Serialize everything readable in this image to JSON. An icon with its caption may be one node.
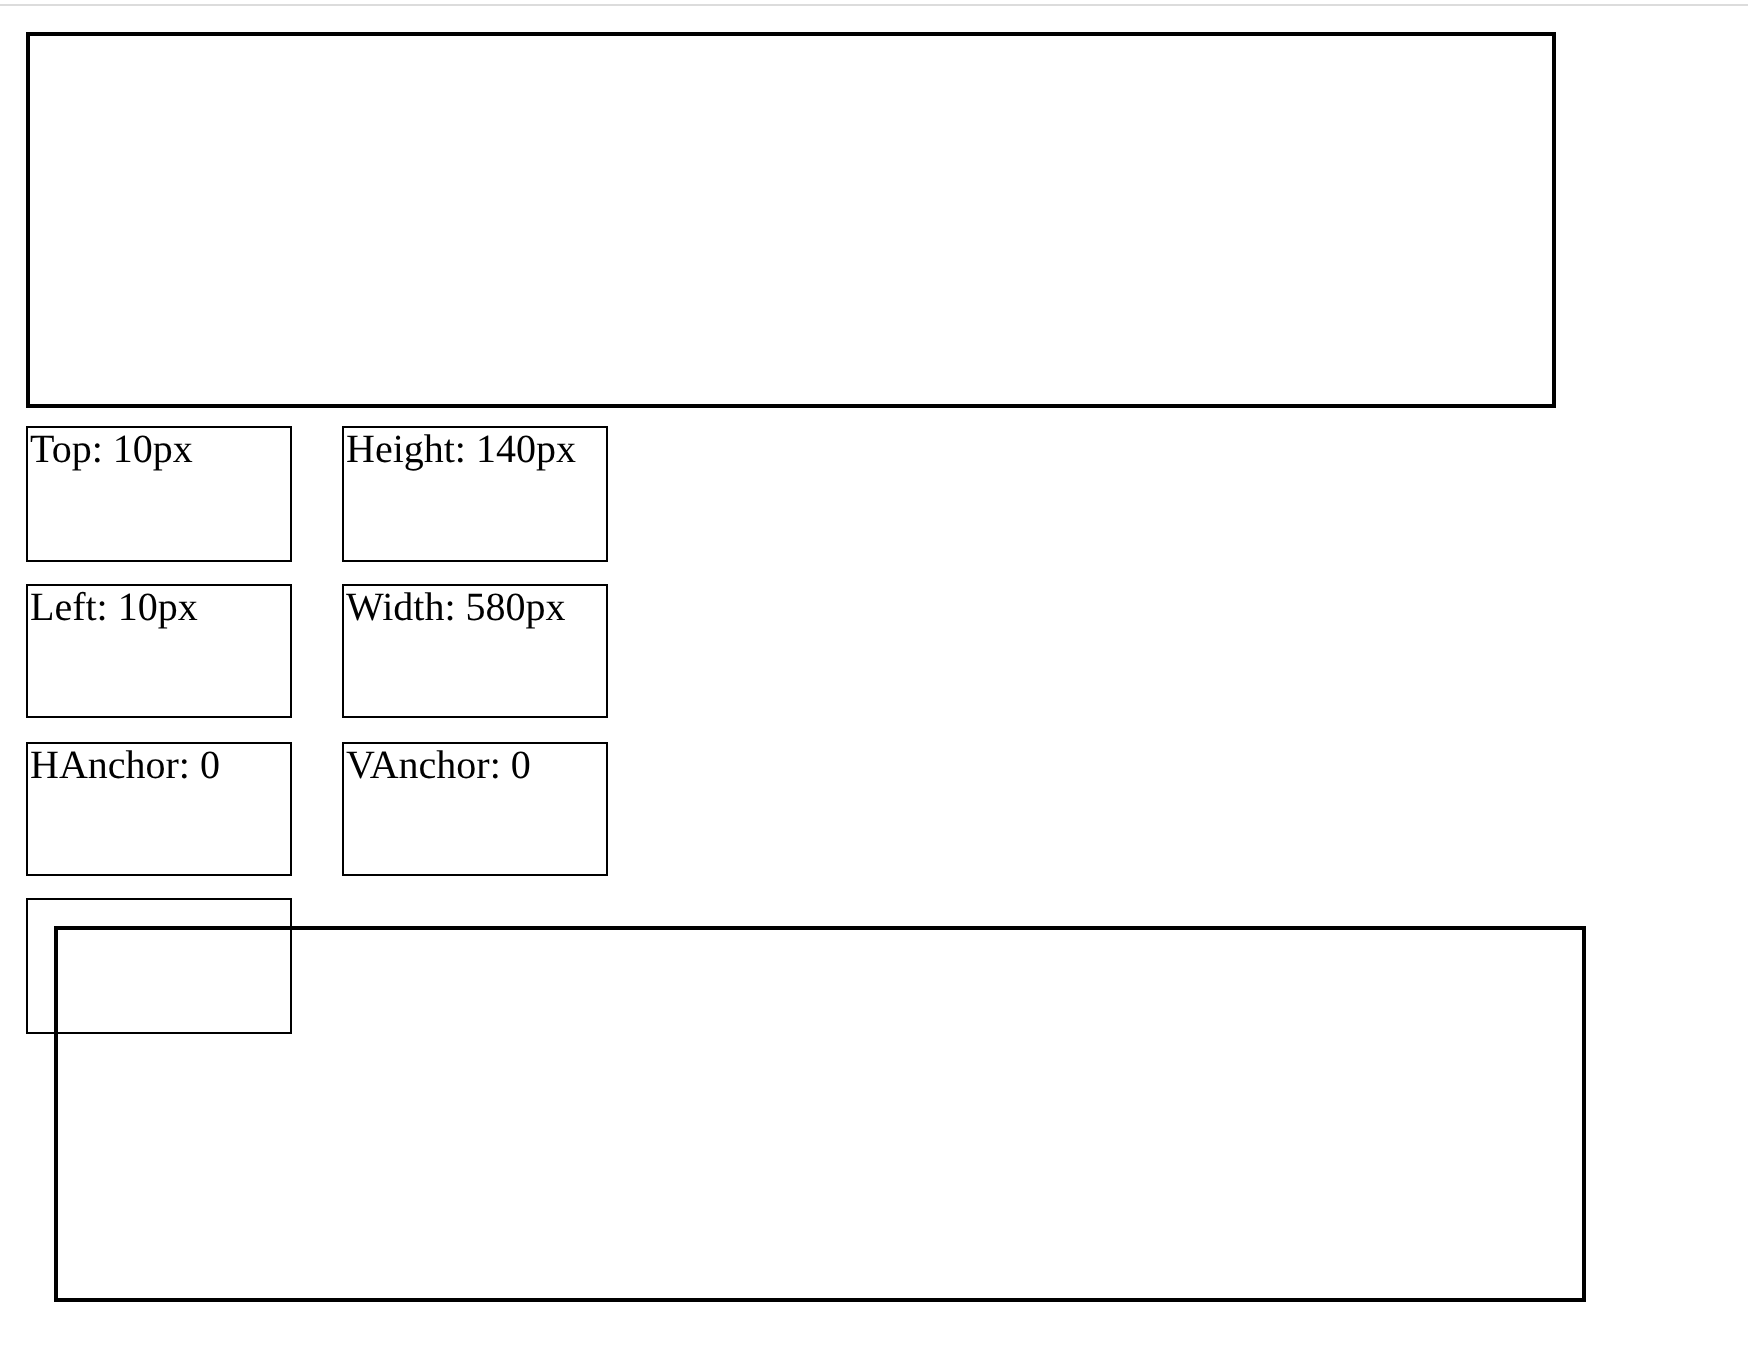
{
  "diagram": {
    "nodes": [
      {
        "text": [],
        "shape": "box"
      },
      {
        "text": [
          "Top: 10px"
        ]
      },
      {
        "text": [
          "Height: 140px"
        ]
      },
      {
        "text": [
          "Left: 10px"
        ]
      },
      {
        "text": [
          "Width: 580px"
        ]
      },
      {
        "text": [
          "HAnchor: 0"
        ]
      },
      {
        "text": [
          "VAnchor: 0"
        ]
      },
      {
        "text": [],
        "shape": "box"
      },
      {
        "text": [],
        "shape": "box"
      }
    ]
  }
}
